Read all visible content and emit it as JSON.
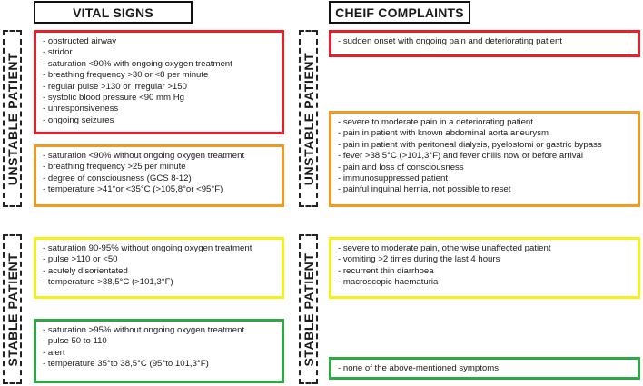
{
  "headers": {
    "vital_signs": "VITAL SIGNS",
    "chief_complaints": "CHEIF COMPLAINTS"
  },
  "side_labels": {
    "left_unstable": "UNSTABLE PATIENT",
    "left_stable": "STABLE PATIENT",
    "right_unstable": "UNSTABLE PATIENT",
    "right_stable": "STABLE PATIENT"
  },
  "colors": {
    "red": "#e6202a",
    "orange": "#f2991f",
    "yellow": "#f4f01a",
    "green": "#2ea843"
  },
  "vital_signs": {
    "red": [
      "- obstructed airway",
      "- stridor",
      "- saturation <90% with ongoing oxygen treatment",
      "- breathing frequency >30 or <8 per minute",
      "- regular pulse >130 or irregular >150",
      "- systolic blood pressure <90 mm Hg",
      "- unresponsiveness",
      "- ongoing seizures"
    ],
    "orange": [
      "- saturation <90% without ongoing oxygen treatment",
      "- breathing frequency >25 per minute",
      "- degree of consciousness (GCS 8-12)",
      "- temperature >41°or <35°C (>105,8°or <95°F)"
    ],
    "yellow": [
      "- saturation 90-95% without ongoing oxygen treatment",
      "- pulse >110 or <50",
      "- acutely disorientated",
      "- temperature >38,5°C (>101,3°F)"
    ],
    "green": [
      "- saturation >95% without ongoing oxygen treatment",
      "- pulse 50 to 110",
      "- alert",
      "- temperature 35°to 38,5°C (95°to 101,3°F)"
    ]
  },
  "complaints": {
    "red": [
      "- sudden onset with ongoing pain and deteriorating patient"
    ],
    "orange": [
      "- severe to moderate pain in a deteriorating patient",
      "- pain in patient with known abdominal aorta aneurysm",
      "- pain in patient with peritoneal dialysis, pyelostomi or gastric bypass",
      "- fever >38,5°C (>101,3°F) and fever chills now or before arrival",
      "- pain and loss of consciousness",
      "- immunosuppressed patient",
      "- painful inguinal hernia, not possible to reset"
    ],
    "yellow": [
      "- severe to moderate pain, otherwise unaffected patient",
      "- vomiting >2 times during the last 4 hours",
      "- recurrent thin diarrhoea",
      "- macroscopic haematuria"
    ],
    "green": [
      "- none of the above-mentioned symptoms"
    ]
  }
}
